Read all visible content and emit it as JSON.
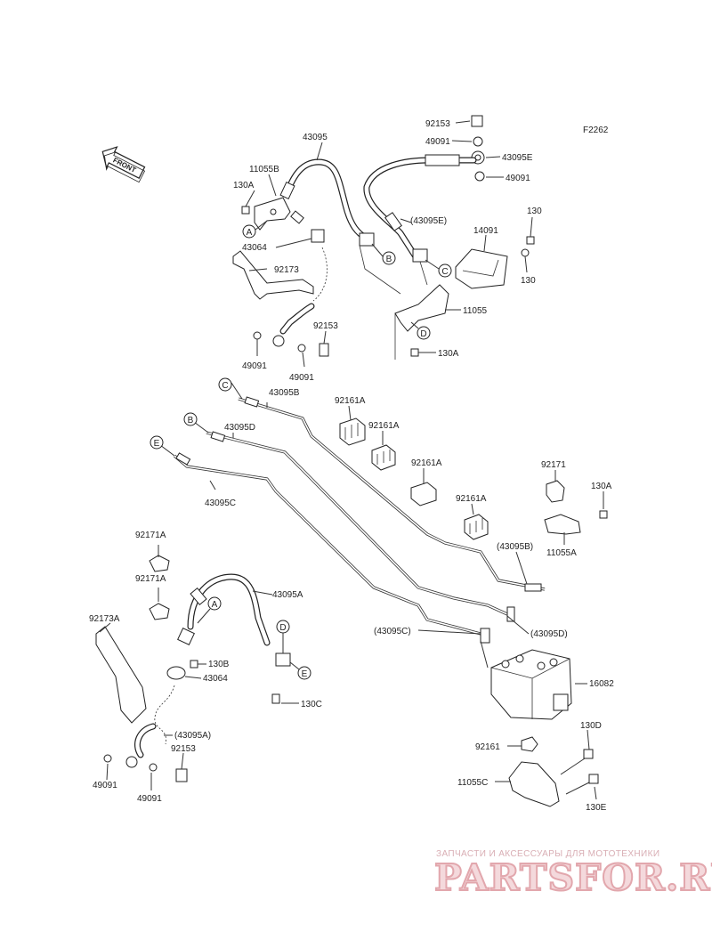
{
  "figure_code": "F2262",
  "front_arrow_label": "FRONT",
  "callouts": {
    "c_92153_top": "92153",
    "c_49091_a": "49091",
    "c_43095E": "43095E",
    "c_49091_b": "49091",
    "c_43095": "43095",
    "c_11055B": "11055B",
    "c_130A_top": "130A",
    "c_43095E_paren": "(43095E)",
    "c_14091": "14091",
    "c_130_a": "130",
    "c_130_b": "130",
    "c_43064_top": "43064",
    "c_92173": "92173",
    "c_11055": "11055",
    "c_130A_mid": "130A",
    "c_92153_mid": "92153",
    "c_49091_c": "49091",
    "c_49091_d": "49091",
    "c_43095B": "43095B",
    "c_43095D": "43095D",
    "c_92161A_1": "92161A",
    "c_92161A_2": "92161A",
    "c_92161A_3": "92161A",
    "c_92161A_4": "92161A",
    "c_92171": "92171",
    "c_130A_right": "130A",
    "c_11055A": "11055A",
    "c_43095C": "43095C",
    "c_43095B_paren": "(43095B)",
    "c_92171A_1": "92171A",
    "c_92171A_2": "92171A",
    "c_43095A": "43095A",
    "c_92173A": "92173A",
    "c_43095D_paren": "(43095D)",
    "c_43095C_paren": "(43095C)",
    "c_130B": "130B",
    "c_43064_bottom": "43064",
    "c_16082": "16082",
    "c_130C": "130C",
    "c_43095A_paren": "(43095A)",
    "c_92153_bottom": "92153",
    "c_92161": "92161",
    "c_130D": "130D",
    "c_49091_e": "49091",
    "c_49091_f": "49091",
    "c_11055C": "11055C",
    "c_130E": "130E"
  },
  "markers": {
    "m_A_top": "A",
    "m_B_top": "B",
    "m_C_top": "C",
    "m_D_top": "D",
    "m_C_pipe": "C",
    "m_B_pipe": "B",
    "m_E_pipe": "E",
    "m_A_bottom": "A",
    "m_D_bottom": "D",
    "m_E_bottom": "E"
  },
  "watermark": {
    "tagline": "ЗАПЧАСТИ И АКСЕССУАРЫ ДЛЯ МОТОТЕХНИКИ",
    "logo": "PARTSFOR.RU"
  },
  "colors": {
    "line": "#333333",
    "watermark_text": "#d9aeb4",
    "watermark_logo": "#e2a7ad"
  }
}
